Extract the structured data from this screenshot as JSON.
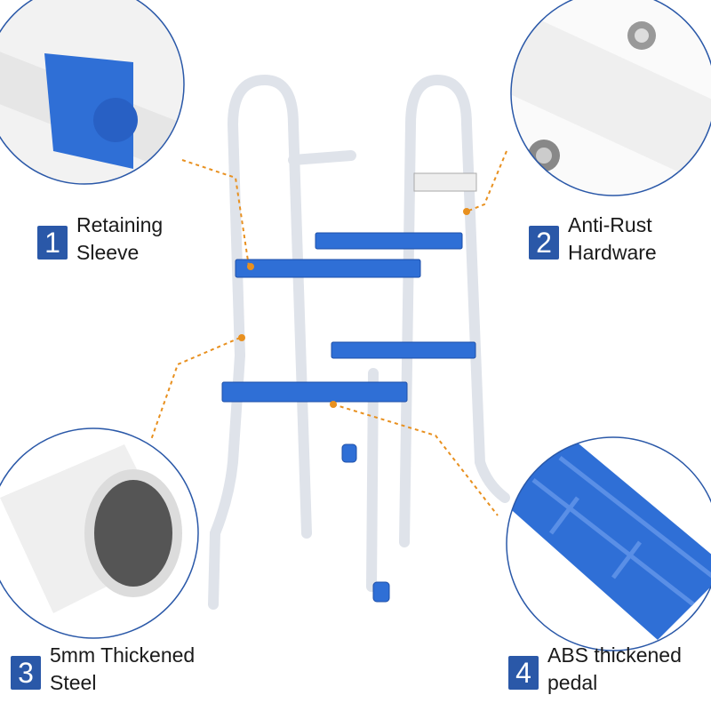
{
  "features": [
    {
      "number": "1",
      "line1": "Retaining",
      "line2": "Sleeve"
    },
    {
      "number": "2",
      "line1": "Anti-Rust",
      "line2": "Hardware"
    },
    {
      "number": "3",
      "line1": "5mm Thickened",
      "line2": "Steel"
    },
    {
      "number": "4",
      "line1": "ABS thickened",
      "line2": "pedal"
    }
  ],
  "colors": {
    "accent": "#2a58a8",
    "step": "#2f6fd6",
    "leader": "#e8901f"
  }
}
